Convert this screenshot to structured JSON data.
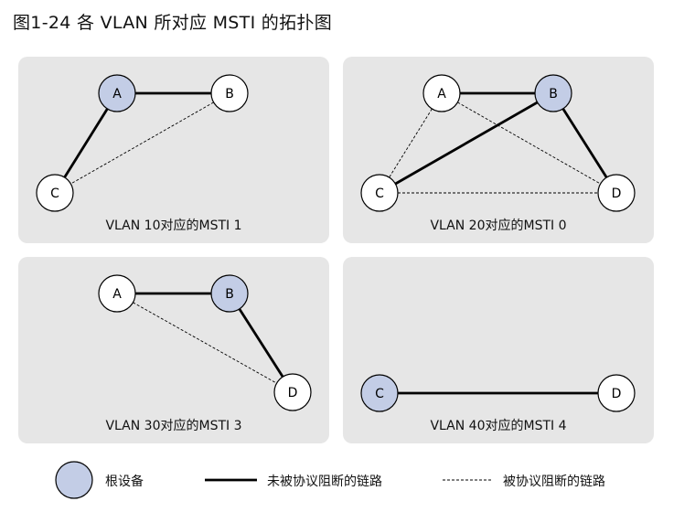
{
  "title": "图1-24  各 VLAN 所对应 MSTI 的拓扑图",
  "colors": {
    "panel_bg": "#e6e6e6",
    "root_fill": "#c3cde6",
    "node_fill": "#ffffff",
    "stroke": "#000000"
  },
  "panels": [
    {
      "caption": "VLAN 10对应的MSTI 1",
      "nodes": [
        {
          "id": "A",
          "label": "A",
          "root": true
        },
        {
          "id": "B",
          "label": "B",
          "root": false
        },
        {
          "id": "C",
          "label": "C",
          "root": false
        }
      ],
      "links": [
        {
          "from": "A",
          "to": "B",
          "state": "forwarding"
        },
        {
          "from": "A",
          "to": "C",
          "state": "forwarding"
        },
        {
          "from": "B",
          "to": "C",
          "state": "blocked"
        }
      ]
    },
    {
      "caption": "VLAN 20对应的MSTI 0",
      "nodes": [
        {
          "id": "A",
          "label": "A",
          "root": false
        },
        {
          "id": "B",
          "label": "B",
          "root": true
        },
        {
          "id": "C",
          "label": "C",
          "root": false
        },
        {
          "id": "D",
          "label": "D",
          "root": false
        }
      ],
      "links": [
        {
          "from": "A",
          "to": "B",
          "state": "forwarding"
        },
        {
          "from": "B",
          "to": "C",
          "state": "forwarding"
        },
        {
          "from": "B",
          "to": "D",
          "state": "forwarding"
        },
        {
          "from": "A",
          "to": "C",
          "state": "blocked"
        },
        {
          "from": "A",
          "to": "D",
          "state": "blocked"
        },
        {
          "from": "C",
          "to": "D",
          "state": "blocked"
        }
      ]
    },
    {
      "caption": "VLAN 30对应的MSTI 3",
      "nodes": [
        {
          "id": "A",
          "label": "A",
          "root": false
        },
        {
          "id": "B",
          "label": "B",
          "root": true
        },
        {
          "id": "D",
          "label": "D",
          "root": false
        }
      ],
      "links": [
        {
          "from": "A",
          "to": "B",
          "state": "forwarding"
        },
        {
          "from": "B",
          "to": "D",
          "state": "forwarding"
        },
        {
          "from": "A",
          "to": "D",
          "state": "blocked"
        }
      ]
    },
    {
      "caption": "VLAN 40对应的MSTI 4",
      "nodes": [
        {
          "id": "C",
          "label": "C",
          "root": true
        },
        {
          "id": "D",
          "label": "D",
          "root": false
        }
      ],
      "links": [
        {
          "from": "C",
          "to": "D",
          "state": "forwarding"
        }
      ]
    }
  ],
  "legend": {
    "root": "根设备",
    "forwarding": "未被协议阻断的链路",
    "blocked": "被协议阻断的链路"
  }
}
